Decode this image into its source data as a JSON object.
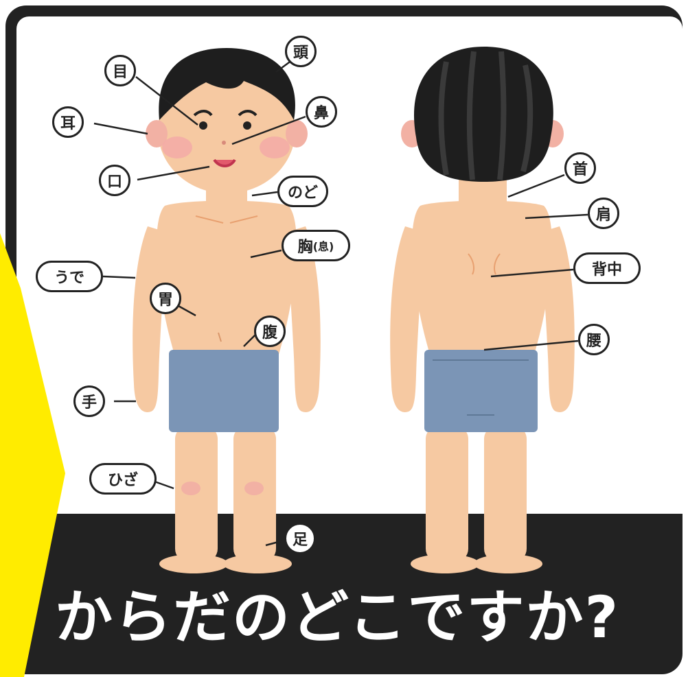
{
  "title": "からだのどこですか?",
  "colors": {
    "frame": "#222222",
    "accent_yellow": "#ffec00",
    "skin": "#f6c9a2",
    "shorts": "#7b95b6",
    "hair": "#1e1e1e"
  },
  "labels": {
    "head": "頭",
    "eye": "目",
    "ear": "耳",
    "nose": "鼻",
    "mouth": "口",
    "throat": "のど",
    "chest": "胸",
    "chest_note": "(息)",
    "arm": "うで",
    "stomach": "胃",
    "belly": "腹",
    "hand": "手",
    "knee": "ひざ",
    "foot": "足",
    "neck": "首",
    "shoulder": "肩",
    "back": "背中",
    "waist": "腰"
  }
}
